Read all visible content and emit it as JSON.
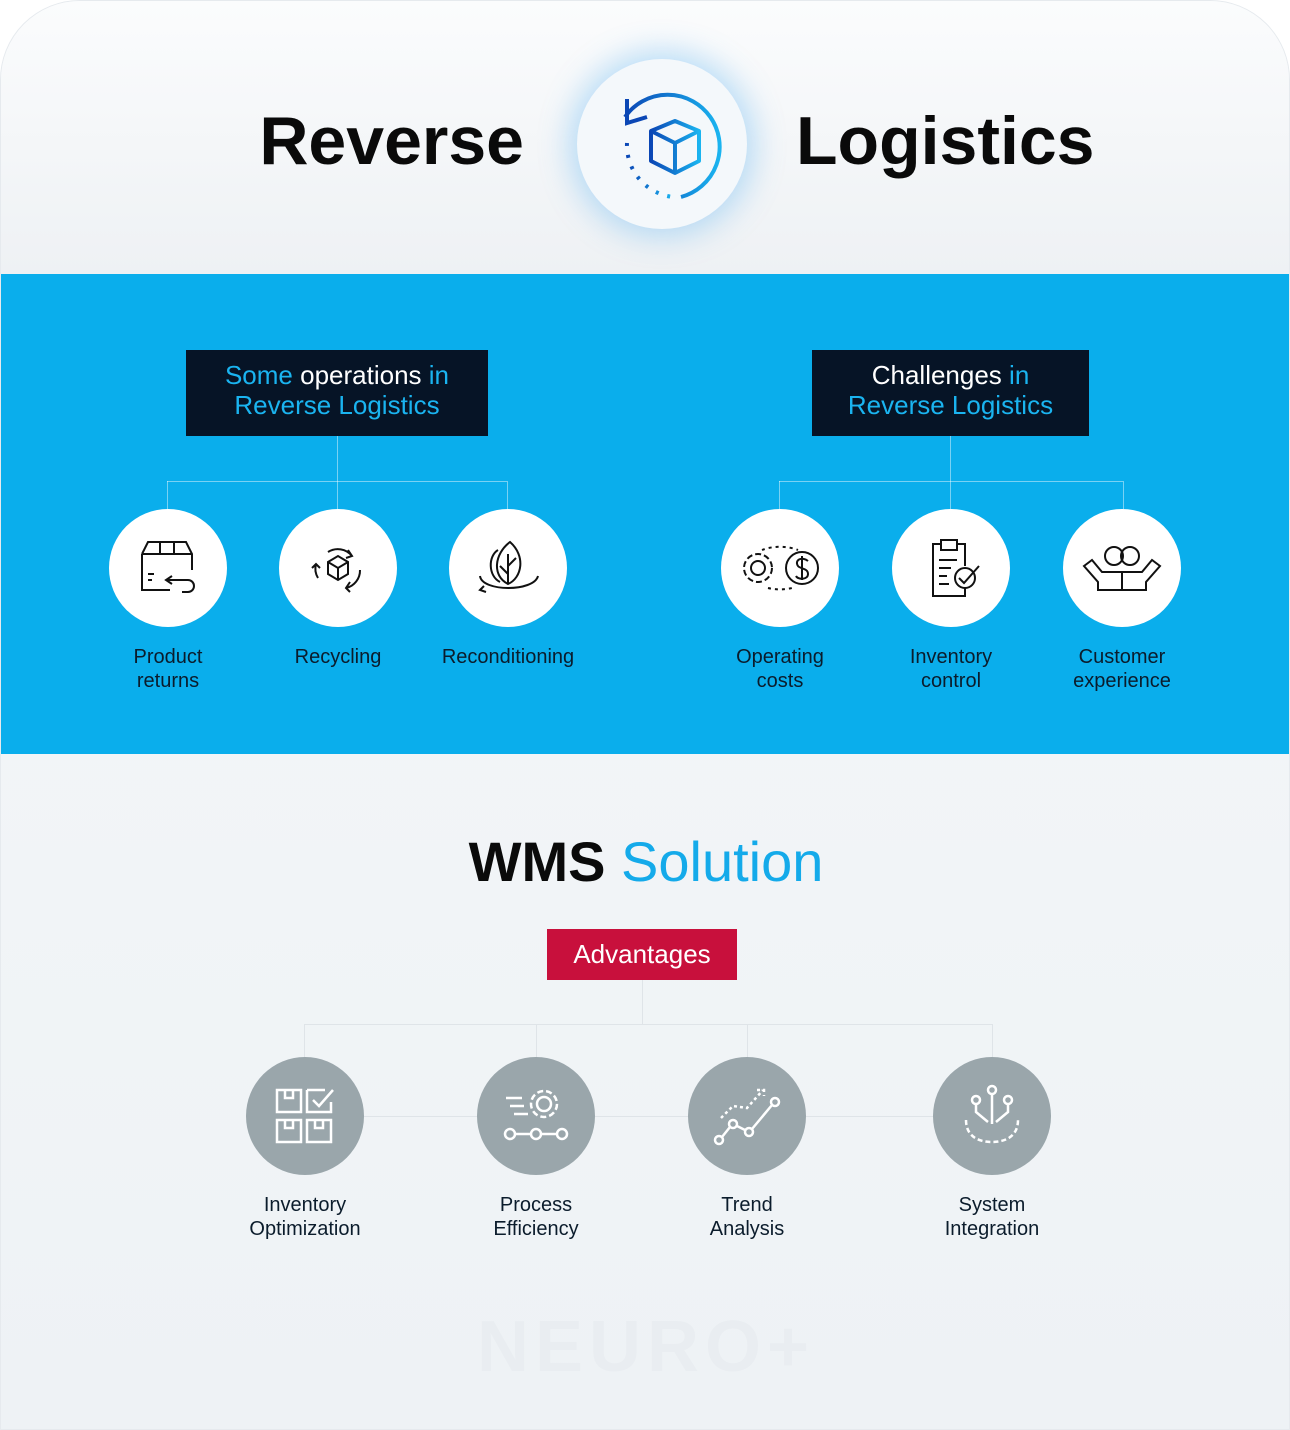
{
  "header": {
    "title_left": "Reverse",
    "title_right": "Logistics",
    "hero_icon": "box-return-icon"
  },
  "operations": {
    "title_part1": "Some",
    "title_part2": " operations ",
    "title_part3": "in",
    "title_line2": "Reverse Logistics",
    "items": [
      {
        "label_l1": "Product",
        "label_l2": "returns",
        "icon": "box-return-icon"
      },
      {
        "label_l1": "Recycling",
        "label_l2": "",
        "icon": "recycle-icon"
      },
      {
        "label_l1": "Reconditioning",
        "label_l2": "",
        "icon": "leaf-cycle-icon"
      }
    ]
  },
  "challenges": {
    "title_part1": "Challenges",
    "title_part2": " in",
    "title_line2": "Reverse Logistics",
    "items": [
      {
        "label_l1": "Operating",
        "label_l2": "costs",
        "icon": "gear-dollar-icon"
      },
      {
        "label_l1": "Inventory",
        "label_l2": "control",
        "icon": "clipboard-check-icon"
      },
      {
        "label_l1": "Customer",
        "label_l2": "experience",
        "icon": "customers-icon"
      }
    ]
  },
  "wms": {
    "title_part1": "WMS",
    "title_part2": "Solution",
    "advantages_label": "Advantages",
    "items": [
      {
        "label_l1": "Inventory",
        "label_l2": "Optimization",
        "icon": "inventory-grid-icon"
      },
      {
        "label_l1": "Process",
        "label_l2": "Efficiency",
        "icon": "process-gear-icon"
      },
      {
        "label_l1": "Trend",
        "label_l2": "Analysis",
        "icon": "trend-chart-icon"
      },
      {
        "label_l1": "System",
        "label_l2": "Integration",
        "icon": "integration-icon"
      }
    ]
  },
  "watermark": "NEURO+",
  "colors": {
    "band": "#0aaeec",
    "dark": "#061426",
    "accent": "#1ab4f0",
    "red": "#c8103c",
    "gray": "#9aa6ab"
  }
}
